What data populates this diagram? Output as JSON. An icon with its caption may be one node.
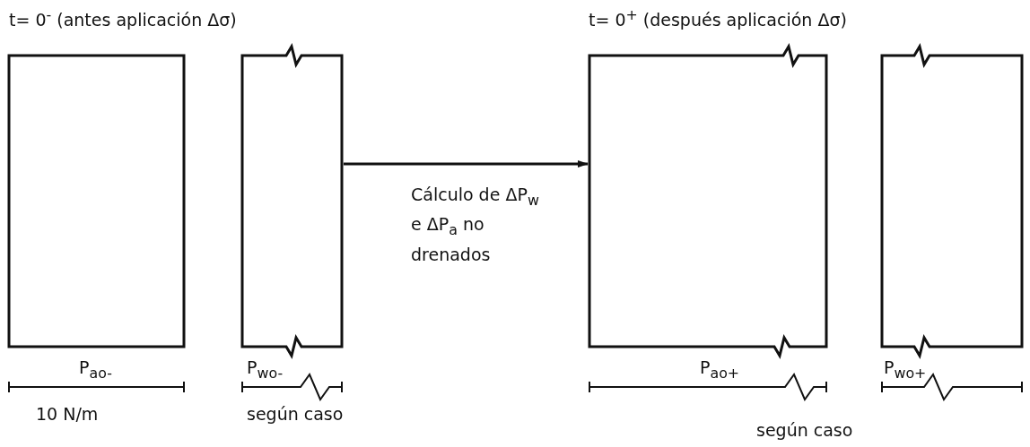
{
  "diagram": {
    "nodes": [
      {
        "text": [],
        "shape": "box"
      },
      {
        "text": [],
        "shape": "box"
      },
      {
        "text": [],
        "shape": "box"
      },
      {
        "text": [],
        "shape": "box"
      }
    ],
    "edges": [
      {
        "from": 1,
        "to": 2,
        "arrow": "to",
        "label": "Cálculo de ΔP$_{w}$ e ΔP$_{a}$ no drenados"
      }
    ],
    "labels": [
      "t= 0$^{-}$ (antes aplicación Δσ)",
      "t= 0$^{+}$ (después aplicación Δσ)",
      "P$_{ao-}$",
      "P$_{wo-}$",
      "P$_{ao+}$",
      "P$_{wo+}$",
      "10 N/m",
      "según caso",
      "según caso"
    ]
  }
}
